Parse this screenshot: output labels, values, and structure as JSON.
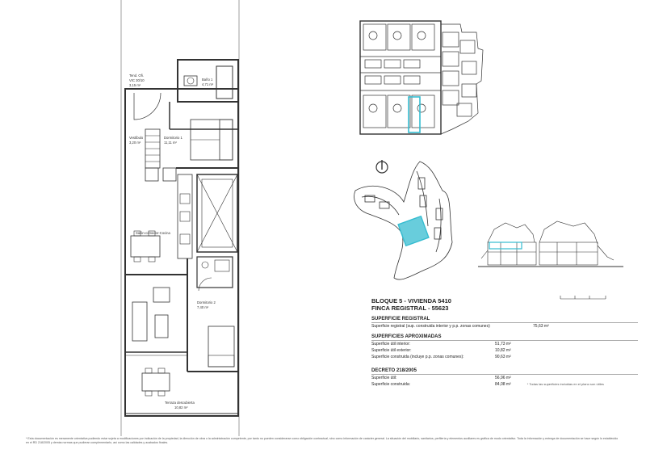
{
  "plan": {
    "rooms": {
      "tend": {
        "name": "Tend. Ofi.",
        "sub1": "VIC 30/10",
        "sub2": "3,15 m²"
      },
      "bano": {
        "name": "Baño 1",
        "area": "4,71 m²"
      },
      "vestibulo": {
        "name": "Vestíbulo",
        "area": "3,20 m²"
      },
      "dorm1": {
        "name": "Dormitorio 1",
        "area": "11,11 m²"
      },
      "salon": {
        "name": "Salón-comedor-Cocina"
      },
      "dorm2": {
        "name": "Dormitorio 2",
        "area": "7,40 m²"
      },
      "terraza": {
        "name": "Terraza descubierta",
        "area": "10,82 m²"
      }
    }
  },
  "info": {
    "title": "BLOQUE 5 - VIVIENDA 5410",
    "subtitle": "FINCA REGISTRAL - 55623",
    "registral_head": "SUPERFICIE REGISTRAL",
    "registral_row": {
      "label": "Superficie registral (sup. construida interior y p.p. zonas comunes)",
      "value": "75,63 m²"
    },
    "aprox_head": "SUPERFICIES APROXIMADAS",
    "aprox_rows": [
      {
        "label": "Superficie útil interior:",
        "value": "51,73 m²"
      },
      {
        "label": "Superficie útil exterior:",
        "value": "10,82 m²"
      },
      {
        "label": "Superficie construida (incluye p.p. zonas comunes):",
        "value": "90,63 m²"
      }
    ],
    "decreto_head": "DECRETO 218/2005",
    "decreto_rows": [
      {
        "label": "Superficie útil:",
        "value": "56,96 m²"
      },
      {
        "label": "Superficie construida:",
        "value": "84,08 m²"
      }
    ],
    "decreto_note": "* Todas las superficies incluidas en el plano son útiles"
  },
  "footnote": "* Esta documentación es meramente orientativa pudiendo estar sujeta a modificaciones por indicación de la propiedad, la dirección de obra o la administración competente, por tanto no pueden considerarse como obligación contractual, sino como información de carácter general. La situación del mobiliario, sanitarios, perfilería y elementos auxiliares es gráfica de modo orientativo. Toda la información y entrega de documentación se hace según lo establecido en el RD 218/2005 y demás normas que pudieran complementarlo, así como las calidades y acabados finales.",
  "colors": {
    "highlight": "#35bcd0",
    "line": "#333333"
  }
}
